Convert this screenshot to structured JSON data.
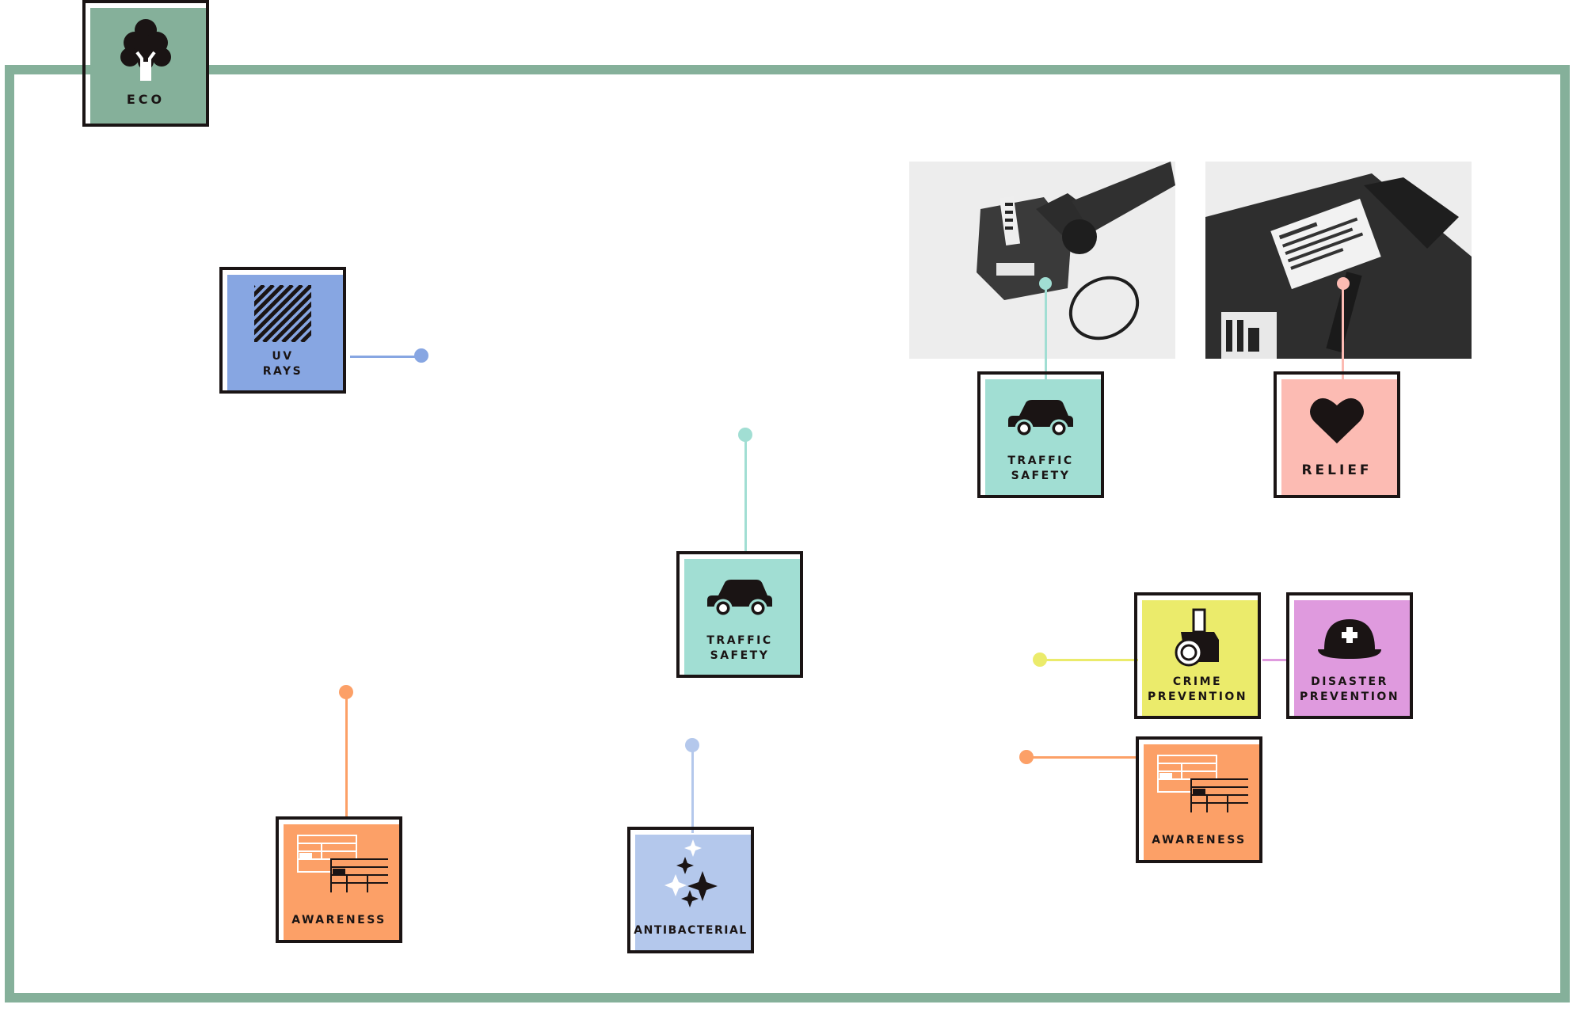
{
  "colors": {
    "frame": "#85b09a",
    "eco": "#85b09a",
    "uv": "#87a6e2",
    "traffic": "#a1ded3",
    "relief": "#fcbbb3",
    "crime": "#ebeb6b",
    "disaster": "#df9ade",
    "awareness": "#fca067",
    "antibacterial": "#b4c8ec",
    "ink": "#1a1414"
  },
  "badges": {
    "eco": {
      "label": "ECO",
      "icon": "tree-icon"
    },
    "uv": {
      "label": "UV\nRAYS",
      "icon": "hatch-square-icon"
    },
    "traffic_center": {
      "label": "TRAFFIC\nSAFETY",
      "icon": "car-icon"
    },
    "awareness_left": {
      "label": "AWARENESS",
      "icon": "documents-icon"
    },
    "antibacterial": {
      "label": "ANTIBACTERIAL",
      "icon": "sparkle-icon"
    },
    "traffic_photo": {
      "label": "TRAFFIC\nSAFETY",
      "icon": "car-icon"
    },
    "relief": {
      "label": "RELIEF",
      "icon": "heart-icon"
    },
    "crime": {
      "label": "CRIME\nPREVENTION",
      "icon": "camera-icon"
    },
    "disaster": {
      "label": "DISASTER\nPREVENTION",
      "icon": "helmet-icon"
    },
    "awareness_right": {
      "label": "AWARENESS",
      "icon": "documents-icon"
    }
  },
  "photos": {
    "umbrella_strap": {
      "icon": "umbrella-photo"
    },
    "bag_label": {
      "icon": "bag-photo"
    }
  }
}
